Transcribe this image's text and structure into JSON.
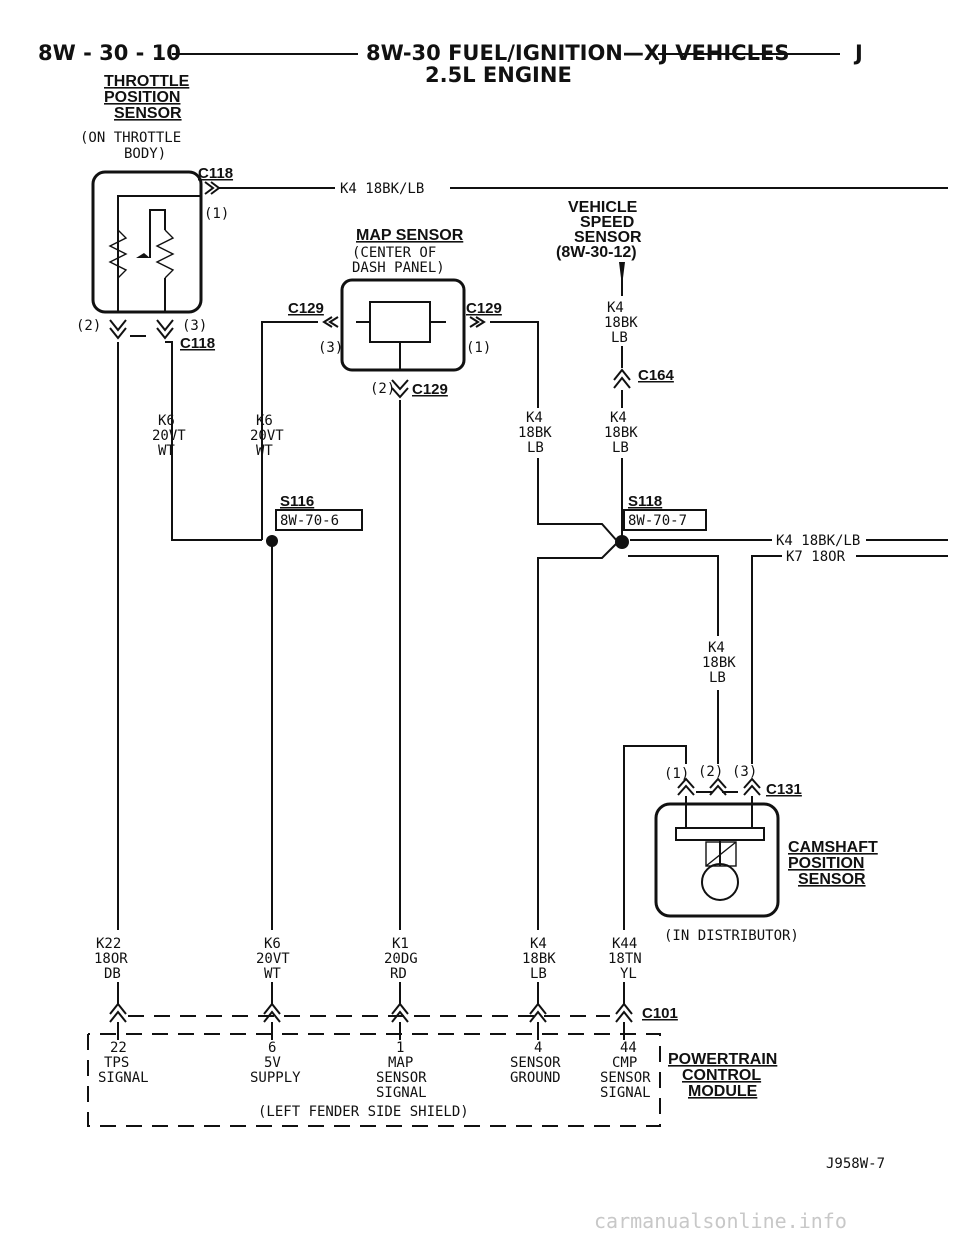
{
  "header": {
    "page_ref": "8W - 30 - 10",
    "section_title": "8W-30 FUEL/IGNITION—XJ VEHICLES",
    "engine": "2.5L ENGINE",
    "model_code": "J"
  },
  "throttle_position_sensor": {
    "title_l1": "THROTTLE",
    "title_l2": "POSITION",
    "title_l3": "SENSOR",
    "loc_l1": "(ON THROTTLE",
    "loc_l2": "BODY)",
    "conn_top": "C118",
    "pin1": "(1)",
    "pin2": "(2)",
    "pin3": "(3)",
    "conn_bottom": "C118"
  },
  "wire_top": "K4 18BK/LB",
  "map_sensor": {
    "title": "MAP SENSOR",
    "loc_l1": "(CENTER OF",
    "loc_l2": "DASH PANEL)",
    "conn_left": "C129",
    "conn_right": "C129",
    "pin3": "(3)",
    "pin1": "(1)",
    "pin2": "(2)",
    "conn_bottom": "C129"
  },
  "vehicle_speed_sensor": {
    "l1": "VEHICLE",
    "l2": "SPEED",
    "l3": "SENSOR",
    "ref": "(8W-30-12)"
  },
  "wire_vss_l1": "K4",
  "wire_vss_l2": "18BK",
  "wire_vss_l3": "LB",
  "conn_c164": "C164",
  "wire_k6_tps": {
    "l1": "K6",
    "l2": "20VT",
    "l3": "WT"
  },
  "wire_k6_map": {
    "l1": "K6",
    "l2": "20VT",
    "l3": "WT"
  },
  "wire_k4_map": {
    "l1": "K4",
    "l2": "18BK",
    "l3": "LB"
  },
  "wire_k4_c164": {
    "l1": "K4",
    "l2": "18BK",
    "l3": "LB"
  },
  "splice_s116": {
    "id": "S116",
    "ref": "8W-70-6"
  },
  "splice_s118": {
    "id": "S118",
    "ref": "8W-70-7"
  },
  "wire_right_1": "K4 18BK/LB",
  "wire_right_2": "K7 18OR",
  "wire_k4_cmp": {
    "l1": "K4",
    "l2": "18BK",
    "l3": "LB"
  },
  "camshaft_sensor": {
    "pin1": "(1)",
    "pin2": "(2)",
    "pin3": "(3)",
    "conn": "C131",
    "title_l1": "CAMSHAFT",
    "title_l2": "POSITION",
    "title_l3": "SENSOR",
    "loc": "(IN DISTRIBUTOR)"
  },
  "bottom_wires": [
    {
      "l1": "K22",
      "l2": "18OR",
      "l3": "DB"
    },
    {
      "l1": "K6",
      "l2": "20VT",
      "l3": "WT"
    },
    {
      "l1": "K1",
      "l2": "20DG",
      "l3": "RD"
    },
    {
      "l1": "K4",
      "l2": "18BK",
      "l3": "LB"
    },
    {
      "l1": "K44",
      "l2": "18TN",
      "l3": "YL"
    }
  ],
  "conn_c101": "C101",
  "pcm_pins": [
    {
      "num": "22",
      "l1": "TPS",
      "l2": "SIGNAL",
      "l3": ""
    },
    {
      "num": "6",
      "l1": "5V",
      "l2": "SUPPLY",
      "l3": ""
    },
    {
      "num": "1",
      "l1": "MAP",
      "l2": "SENSOR",
      "l3": "SIGNAL"
    },
    {
      "num": "4",
      "l1": "SENSOR",
      "l2": "GROUND",
      "l3": ""
    },
    {
      "num": "44",
      "l1": "CMP",
      "l2": "SENSOR",
      "l3": "SIGNAL"
    }
  ],
  "pcm": {
    "title_l1": "POWERTRAIN",
    "title_l2": "CONTROL",
    "title_l3": "MODULE",
    "loc": "(LEFT FENDER SIDE SHIELD)"
  },
  "figure_id": "J958W-7",
  "watermark": "carmanualsonline.info"
}
